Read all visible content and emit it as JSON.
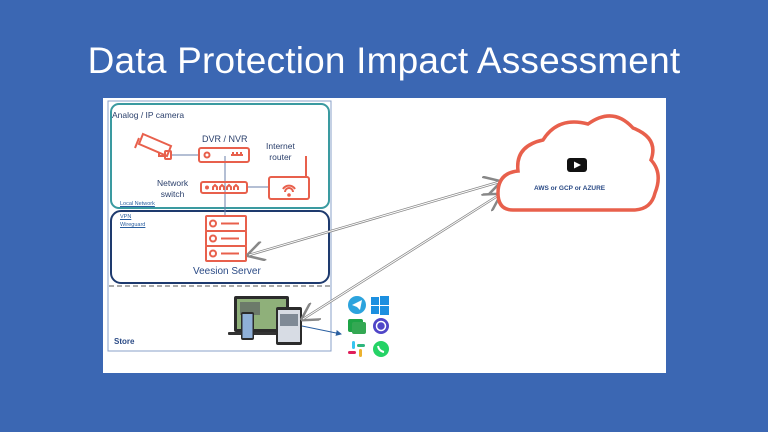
{
  "slide": {
    "title": "Data Protection Impact Assessment"
  },
  "local_network": {
    "camera_label": "Analog / IP camera",
    "dvr_label": "DVR / NVR",
    "router_label_line1": "Internet",
    "router_label_line2": "router",
    "switch_label_line1": "Network",
    "switch_label_line2": "switch",
    "zone_label": "Local Network"
  },
  "vpn_zone": {
    "link1": "VPN",
    "link2": "Wireguard",
    "server_label": "Veesion Server"
  },
  "store_zone": {
    "label": "Store",
    "devices_icon": "laptop-tablet-phone-icon",
    "apps": [
      "telegram-icon",
      "windows-icon",
      "google-chat-icon",
      "workplace-icon",
      "slack-icon",
      "whatsapp-icon"
    ]
  },
  "cloud": {
    "label": "AWS or GCP or AZURE",
    "icon": "play-icon"
  },
  "colors": {
    "background": "#3b67b3",
    "accent_red": "#e8604c",
    "teal": "#3a9aa0",
    "navy": "#1e3a6e"
  }
}
